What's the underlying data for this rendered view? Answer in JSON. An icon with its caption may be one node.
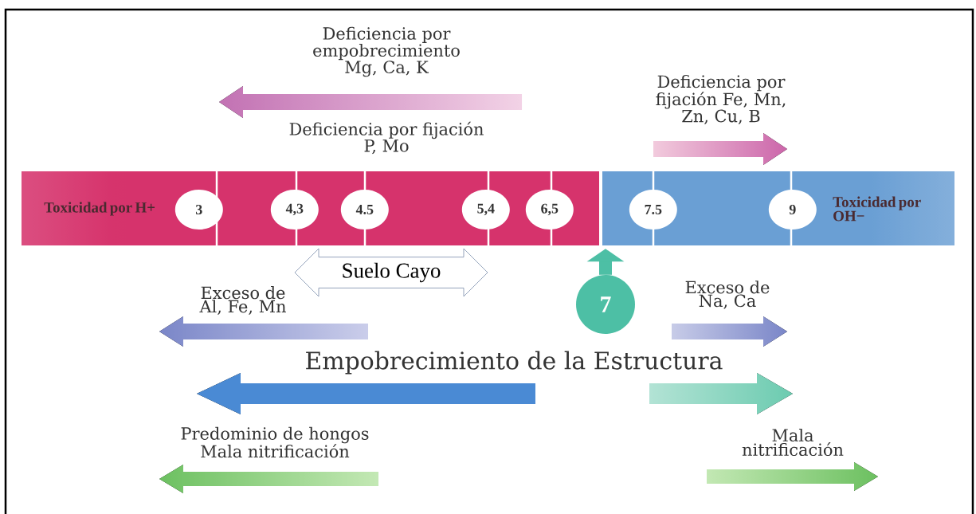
{
  "diagram": {
    "nodes": [
      {
        "text": [
          "Toxicidad por H+"
        ]
      },
      {
        "text": [
          "3"
        ],
        "in": 0
      },
      {
        "text": [
          "4,3"
        ],
        "in": 0
      },
      {
        "text": [
          "4.5"
        ],
        "in": 0
      },
      {
        "text": [
          "5,4"
        ],
        "in": 0
      },
      {
        "text": [
          "6,5"
        ],
        "in": 0
      },
      {
        "text": [
          "Toxicidad por OH−"
        ]
      },
      {
        "text": [
          "7.5"
        ],
        "in": 6
      },
      {
        "text": [
          "9"
        ],
        "in": 6
      },
      {
        "text": [
          "Suelo Cayo"
        ]
      },
      {
        "text": [
          "7"
        ]
      }
    ],
    "edges": [
      {
        "from": 10,
        "to": 6,
        "arrow": "to"
      }
    ],
    "labels": [
      "Deficiencia por empobrecimiento Mg, Ca, K",
      "Deficiencia por fijación P, Mo",
      "Deficiencia por fijación Fe, Mn, Zn, Cu, B",
      "Exceso de Al, Fe, Mn",
      "Exceso de Na, Ca",
      "Empobrecimiento de la Estructura",
      "Predominio de hongos Mala nitrificación",
      "Mala nitrificación"
    ]
  }
}
